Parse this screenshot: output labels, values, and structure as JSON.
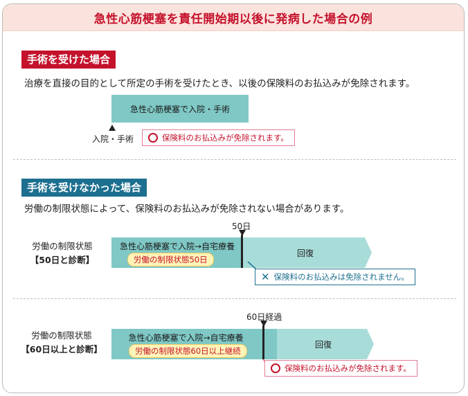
{
  "title": "急性心筋梗塞を責任開始期以後に発病した場合の例",
  "section1": {
    "label": "手術を受けた場合",
    "description": "治療を直接の目的として所定の手術を受けたとき、以後の保険料のお払込みが免除されます。",
    "bar_text": "急性心筋梗塞で入院・手術",
    "marker_label": "入院・手術",
    "result_text": "保険料のお払込みが免除されます。"
  },
  "section2": {
    "label": "手術を受けなかった場合",
    "description": "労働の制限状態によって、保険料のお払込みが免除されない場合があります。",
    "case1": {
      "label_line1": "労働の制限状態",
      "label_line2": "【50日と診断】",
      "day_marker": "50日",
      "bar_text": "急性心筋梗塞で入院→自宅療養",
      "condition": "労働の制限状態50日",
      "recovery": "回復",
      "result_text": "保険料のお払込みは免除されません。"
    },
    "case2": {
      "label_line1": "労働の制限状態",
      "label_line2": "【60日以上と診断】",
      "day_marker": "60日経過",
      "bar_text": "急性心筋梗塞で入院→自宅療養",
      "condition": "労働の制限状態60日以上継続",
      "recovery": "回復",
      "result_text": "保険料のお払込みが免除されます。"
    }
  },
  "colors": {
    "accent_red": "#c4122c",
    "accent_blue": "#1c6f8f",
    "teal_dark": "#7fc8c5",
    "teal_light": "#a8dcd9",
    "title_bg": "#fbe3dd"
  },
  "icons": {
    "ok": "circle-icon",
    "ng": "cross-icon"
  }
}
